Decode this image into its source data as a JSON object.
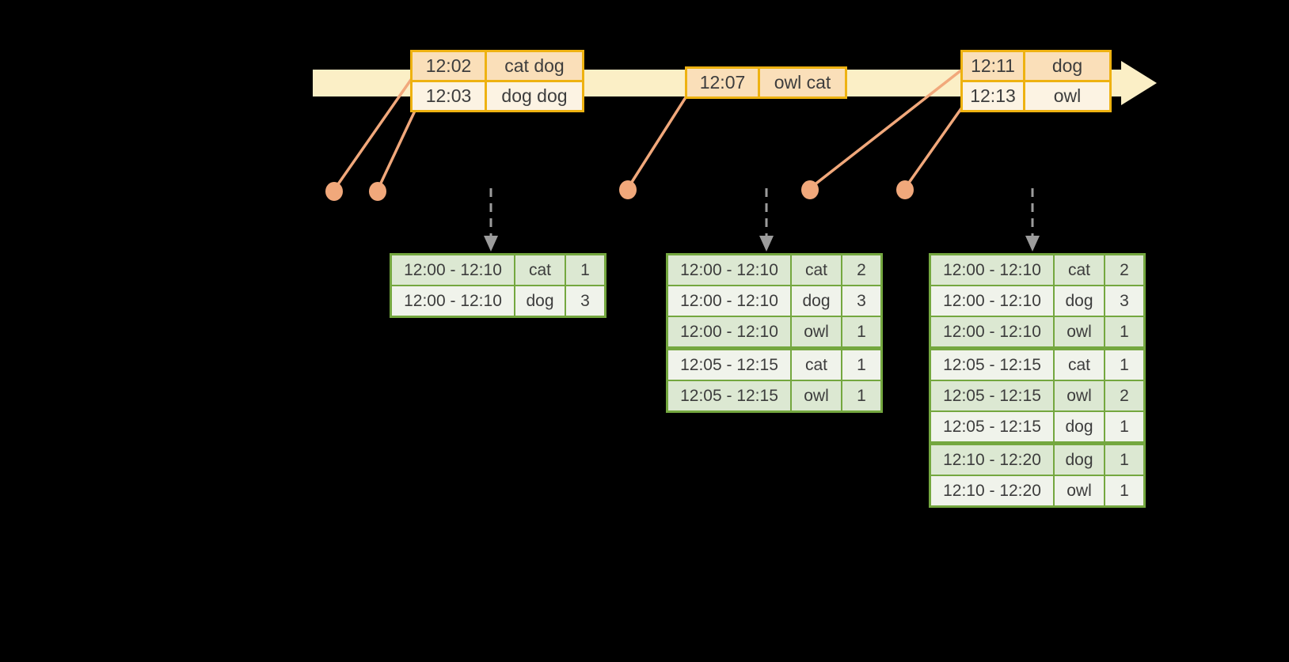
{
  "colors": {
    "timeline_bar": "#FBEFC6",
    "event_border": "#EEB211",
    "event_row_odd": "#FADFB9",
    "event_row_even": "#FCF3E3",
    "connector": "#F1A87B",
    "arrow_gray": "#9C9C9C",
    "result_border": "#74A73F",
    "result_row_odd": "#DCE8D2",
    "result_row_even": "#F0F3EB",
    "text": "#3D3D3D",
    "background": "#000000"
  },
  "timeline": {
    "event_tables": [
      {
        "rows": [
          {
            "time": "12:02",
            "events": "cat dog"
          },
          {
            "time": "12:03",
            "events": "dog dog"
          }
        ]
      },
      {
        "rows": [
          {
            "time": "12:07",
            "events": "owl cat"
          }
        ]
      },
      {
        "rows": [
          {
            "time": "12:11",
            "events": "dog"
          },
          {
            "time": "12:13",
            "events": "owl"
          }
        ]
      }
    ]
  },
  "result_tables": [
    {
      "rows": [
        {
          "window": "12:00 - 12:10",
          "key": "cat",
          "count": "1"
        },
        {
          "window": "12:00 - 12:10",
          "key": "dog",
          "count": "3"
        }
      ]
    },
    {
      "rows": [
        {
          "window": "12:00 - 12:10",
          "key": "cat",
          "count": "2"
        },
        {
          "window": "12:00 - 12:10",
          "key": "dog",
          "count": "3"
        },
        {
          "window": "12:00 - 12:10",
          "key": "owl",
          "count": "1"
        },
        {
          "window": "12:05 - 12:15",
          "key": "cat",
          "count": "1"
        },
        {
          "window": "12:05 - 12:15",
          "key": "owl",
          "count": "1"
        }
      ]
    },
    {
      "rows": [
        {
          "window": "12:00 - 12:10",
          "key": "cat",
          "count": "2"
        },
        {
          "window": "12:00 - 12:10",
          "key": "dog",
          "count": "3"
        },
        {
          "window": "12:00 - 12:10",
          "key": "owl",
          "count": "1"
        },
        {
          "window": "12:05 - 12:15",
          "key": "cat",
          "count": "1"
        },
        {
          "window": "12:05 - 12:15",
          "key": "owl",
          "count": "2"
        },
        {
          "window": "12:05 - 12:15",
          "key": "dog",
          "count": "1"
        },
        {
          "window": "12:10 - 12:20",
          "key": "dog",
          "count": "1"
        },
        {
          "window": "12:10 - 12:20",
          "key": "owl",
          "count": "1"
        }
      ]
    }
  ]
}
